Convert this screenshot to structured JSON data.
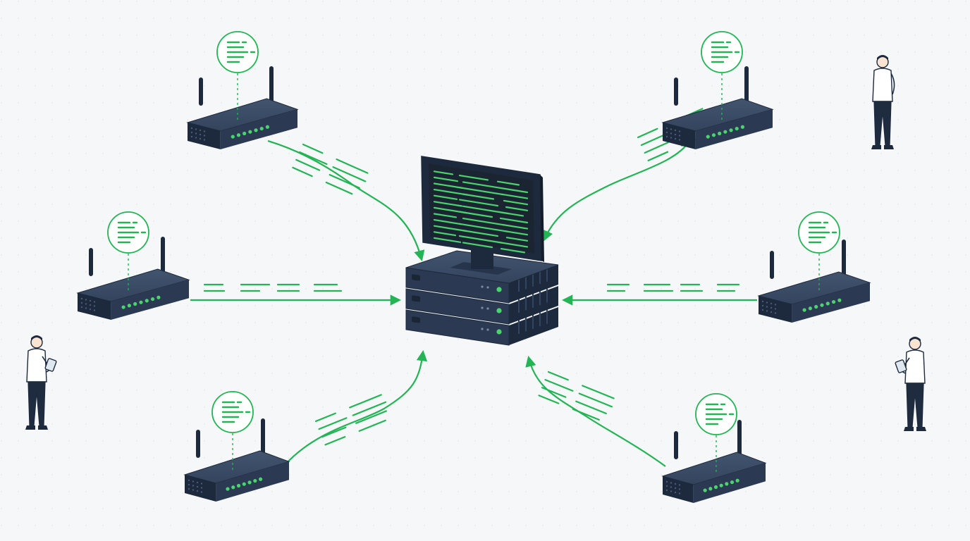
{
  "diagram": {
    "kind": "network-log-collection",
    "colors": {
      "background": "#f6f7f9",
      "device_dark": "#2b3a52",
      "device_side": "#1d2a3d",
      "device_top": "#3c4d68",
      "accent_green": "#22b455",
      "screen_green": "#4ad36e",
      "screen_bg": "#1b2431",
      "person_shirt": "#ffffff",
      "person_pants": "#1f2c40",
      "outline": "#1d2a3d"
    },
    "hub": {
      "icon": "server-rack-with-monitor-icon",
      "rack_units": 3,
      "screen_lines": 12
    },
    "routers": [
      {
        "id": "router-top-left",
        "icon": "router-icon",
        "log_icon": "log-document-icon",
        "direction": "inbound"
      },
      {
        "id": "router-top-right",
        "icon": "router-icon",
        "log_icon": "log-document-icon",
        "direction": "inbound"
      },
      {
        "id": "router-mid-left",
        "icon": "router-icon",
        "log_icon": "log-document-icon",
        "direction": "inbound"
      },
      {
        "id": "router-mid-right",
        "icon": "router-icon",
        "log_icon": "log-document-icon",
        "direction": "inbound"
      },
      {
        "id": "router-bottom-left",
        "icon": "router-icon",
        "log_icon": "log-document-icon",
        "direction": "inbound"
      },
      {
        "id": "router-bottom-right",
        "icon": "router-icon",
        "log_icon": "log-document-icon",
        "direction": "inbound"
      }
    ],
    "people": [
      {
        "id": "person-top-right",
        "icon": "person-standing-icon",
        "holding": "none"
      },
      {
        "id": "person-left",
        "icon": "person-with-tablet-icon",
        "holding": "tablet"
      },
      {
        "id": "person-right",
        "icon": "person-with-tablet-icon",
        "holding": "tablet"
      }
    ]
  }
}
